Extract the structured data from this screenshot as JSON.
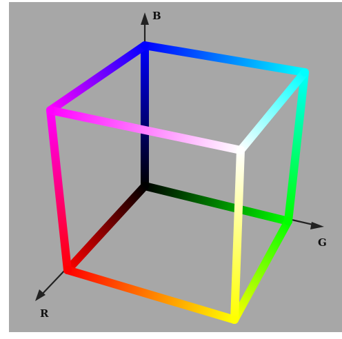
{
  "figure": {
    "background_color": "#a7a7a7",
    "axis_color": "#222222"
  },
  "axes": {
    "r_label": "R",
    "g_label": "G",
    "b_label": "B"
  },
  "vertices": {
    "origin": "#000000",
    "red": "#ff0000",
    "green": "#00ff00",
    "blue": "#0000ff",
    "yellow": "#ffff00",
    "magenta": "#ff00ff",
    "cyan": "#00ffff",
    "white": "#ffffff"
  }
}
